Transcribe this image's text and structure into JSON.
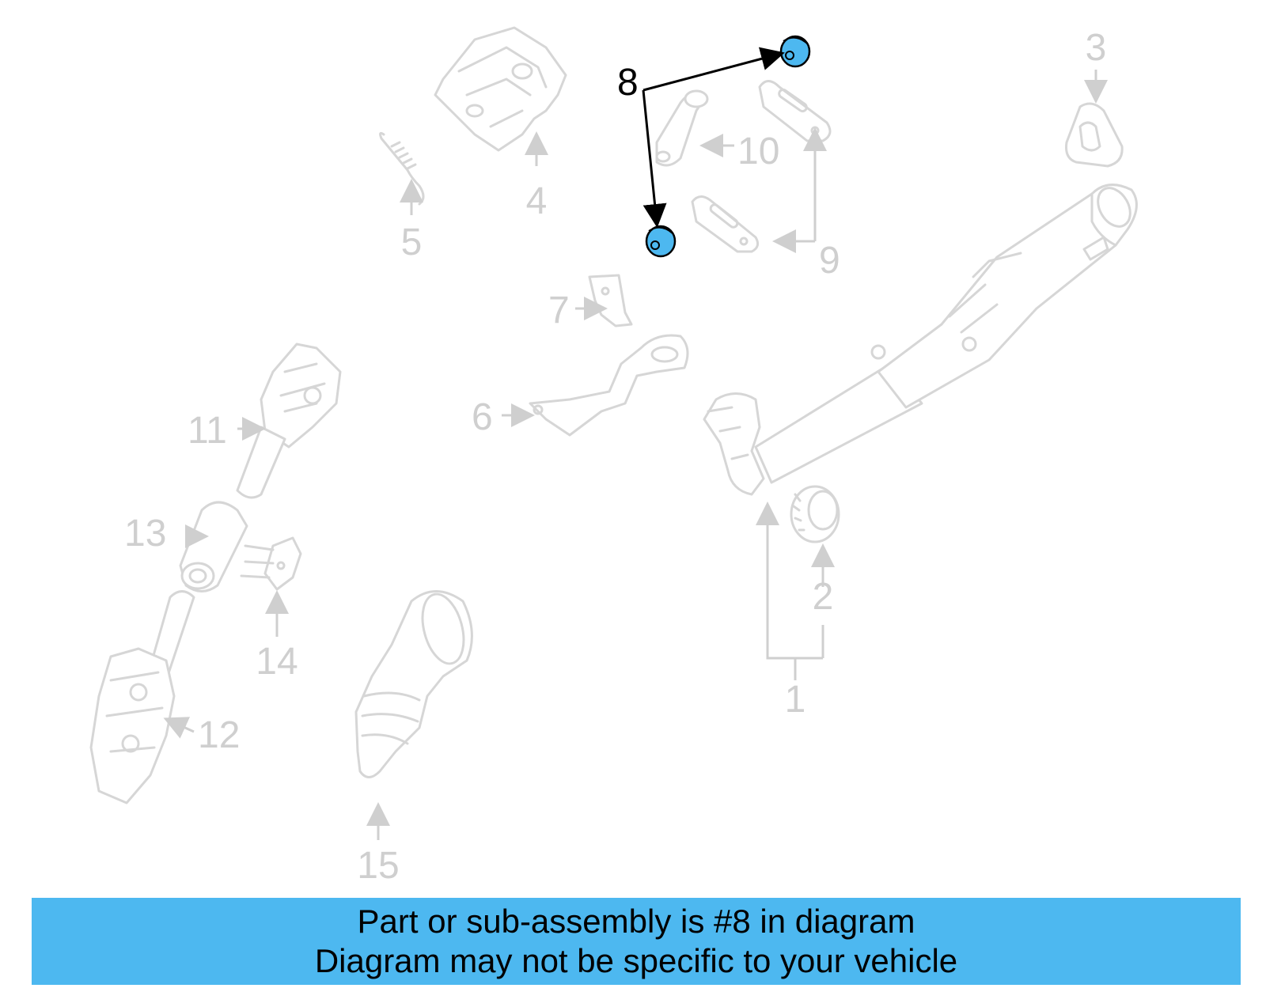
{
  "highlight_color": "#4db8f0",
  "callouts": {
    "c1": "1",
    "c2": "2",
    "c3": "3",
    "c4": "4",
    "c5": "5",
    "c6": "6",
    "c7": "7",
    "c8": "8",
    "c9": "9",
    "c10": "10",
    "c11": "11",
    "c12": "12",
    "c13": "13",
    "c14": "14",
    "c15": "15"
  },
  "banner": {
    "line1": "Part or sub-assembly is #8 in diagram",
    "line2": "Diagram may not be specific to your vehicle"
  }
}
